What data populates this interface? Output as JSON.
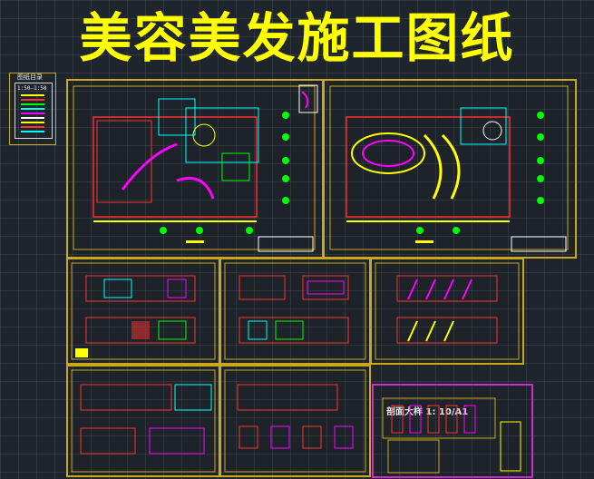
{
  "banner": {
    "title": "美容美发施工图纸"
  },
  "legend": {
    "caption": "图纸目录",
    "scale": "1:50—1:50",
    "line_colors": [
      "#ffff00",
      "#ff3030",
      "#00ff00",
      "#00ffff",
      "#ff00ff",
      "#ffffff",
      "#ffff00",
      "#ff3030",
      "#00ffff"
    ]
  },
  "sheets": {
    "detail_label": "剖面大样 1: 10/A1"
  },
  "colors": {
    "frame": "#c9a81e",
    "frame_alt": "#d22ad2",
    "drawing_red": "#ff3030",
    "drawing_cyan": "#00ffff",
    "drawing_green": "#00ff00",
    "drawing_yellow": "#ffff00",
    "drawing_magenta": "#ff00ff"
  }
}
